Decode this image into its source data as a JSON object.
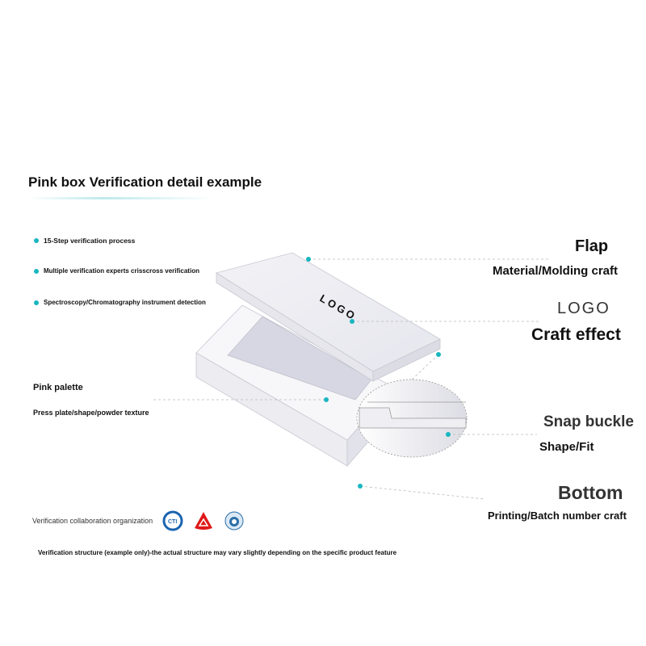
{
  "title": "Pink box Verification detail example",
  "bullets": [
    "15-Step verification process",
    "Multiple verification experts crisscross verification",
    "Spectroscopy/Chromatography instrument detection"
  ],
  "left_labels": {
    "palette": "Pink palette",
    "palette_sub": "Press plate/shape/powder texture"
  },
  "right_labels": {
    "flap": "Flap",
    "flap_sub": "Material/Molding craft",
    "logo": "LOGO",
    "logo_sub": "Craft effect",
    "snap": "Snap buckle",
    "snap_sub": "Shape/Fit",
    "bottom": "Bottom",
    "bottom_sub": "Printing/Batch number craft"
  },
  "lid_logo": "LOGO",
  "org_label": "Verification collaboration organization",
  "org_logos": [
    "CTI",
    "red-triangle-logo",
    "blue-seal-logo"
  ],
  "footnote": "Verification structure (example only)-the actual structure may vary slightly depending on the specific product feature",
  "colors": {
    "accent": "#19b6c0"
  }
}
